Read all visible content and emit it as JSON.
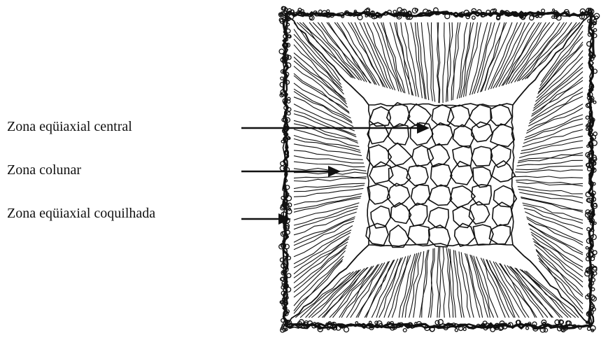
{
  "labels": [
    {
      "id": "central",
      "text": "Zona eqüiaxial central"
    },
    {
      "id": "columnar",
      "text": "Zona colunar"
    },
    {
      "id": "chill",
      "text": "Zona eqüiaxial coquilhada"
    }
  ],
  "colors": {
    "ink": "#111111",
    "paper": "#ffffff"
  }
}
